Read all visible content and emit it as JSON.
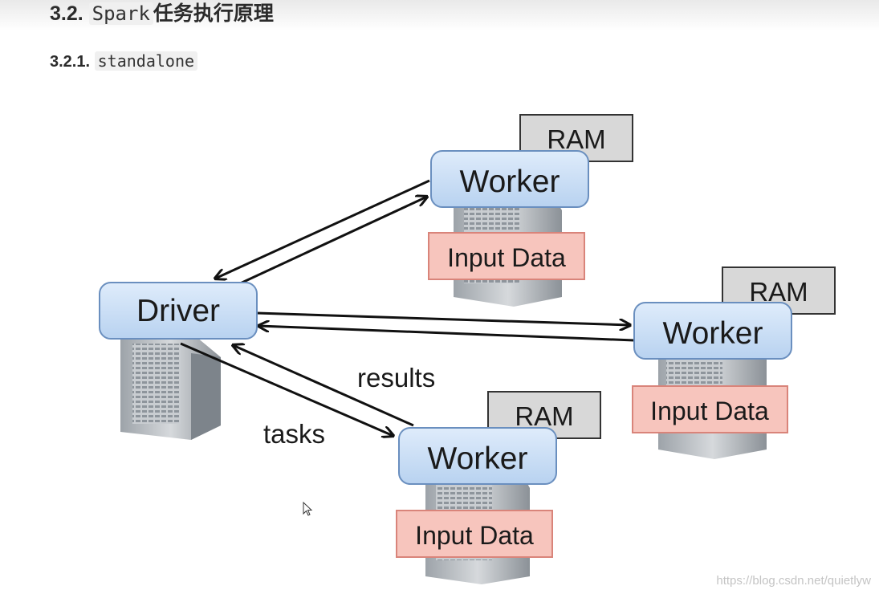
{
  "heading2": {
    "number": "3.2.",
    "code": "Spark",
    "text": "任务执行原理"
  },
  "heading3": {
    "number": "3.2.1.",
    "code": "standalone"
  },
  "diagram": {
    "driver_label": "Driver",
    "workers": [
      {
        "label": "Worker",
        "ram_label": "RAM",
        "input_label": "Input Data"
      },
      {
        "label": "Worker",
        "ram_label": "RAM",
        "input_label": "Input Data"
      },
      {
        "label": "Worker",
        "ram_label": "RAM",
        "input_label": "Input Data"
      }
    ],
    "tasks_label": "tasks",
    "results_label": "results",
    "colors": {
      "node_fill": "#c6dcf5",
      "node_stroke": "#6a8fbf",
      "ram_fill": "#d8d8d8",
      "input_fill": "#f7c5bd",
      "input_stroke": "#d9847a"
    }
  },
  "watermark": "https://blog.csdn.net/quietlyw"
}
